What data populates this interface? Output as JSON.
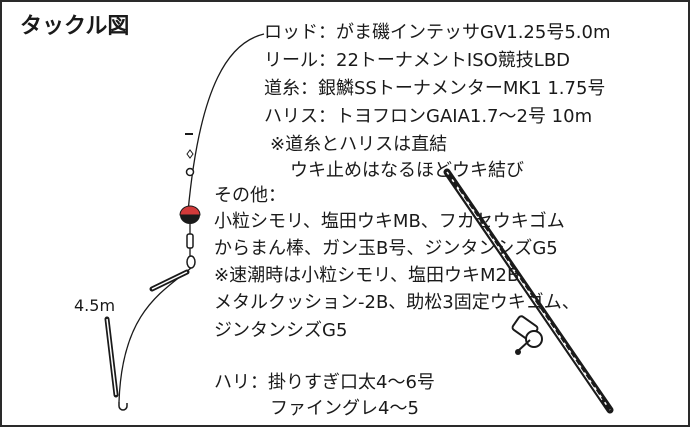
{
  "title": "タックル図",
  "rod_line": "ロッド：がま磯インテッサGV1.25号5.0m",
  "reel_line": "リール：22トーナメントISO競技LBD",
  "mainline_line": "道糸：銀鱗SSトーナメンターMK1 1.75号",
  "harris_line": "ハリス：トヨフロンGAIA1.7～2号 10m",
  "note_direct": "※道糸とハリスは直結",
  "note_knot": "ウキ止めはなるほどウキ結び",
  "other_heading": "その他：",
  "other_items": [
    "小粒シモリ、塩田ウキMB、フカセウキゴム",
    "からまん棒、ガン玉B号、ジンタンシズG5",
    "※速潮時は小粒シモリ、塩田ウキM2B、",
    "メタルクッション-2B、助松3固定ウキゴム、",
    "ジンタンシズG5"
  ],
  "hook_line": "ハリ：掛りすぎ口太4～6号",
  "hook_line2": "ファイングレ4～5",
  "length_label": "4.5m",
  "colors": {
    "stroke": "#2a2a2a",
    "float_top": "#d23a3a",
    "float_bottom": "#1a1a1a",
    "rod_light": "#ffffff"
  }
}
